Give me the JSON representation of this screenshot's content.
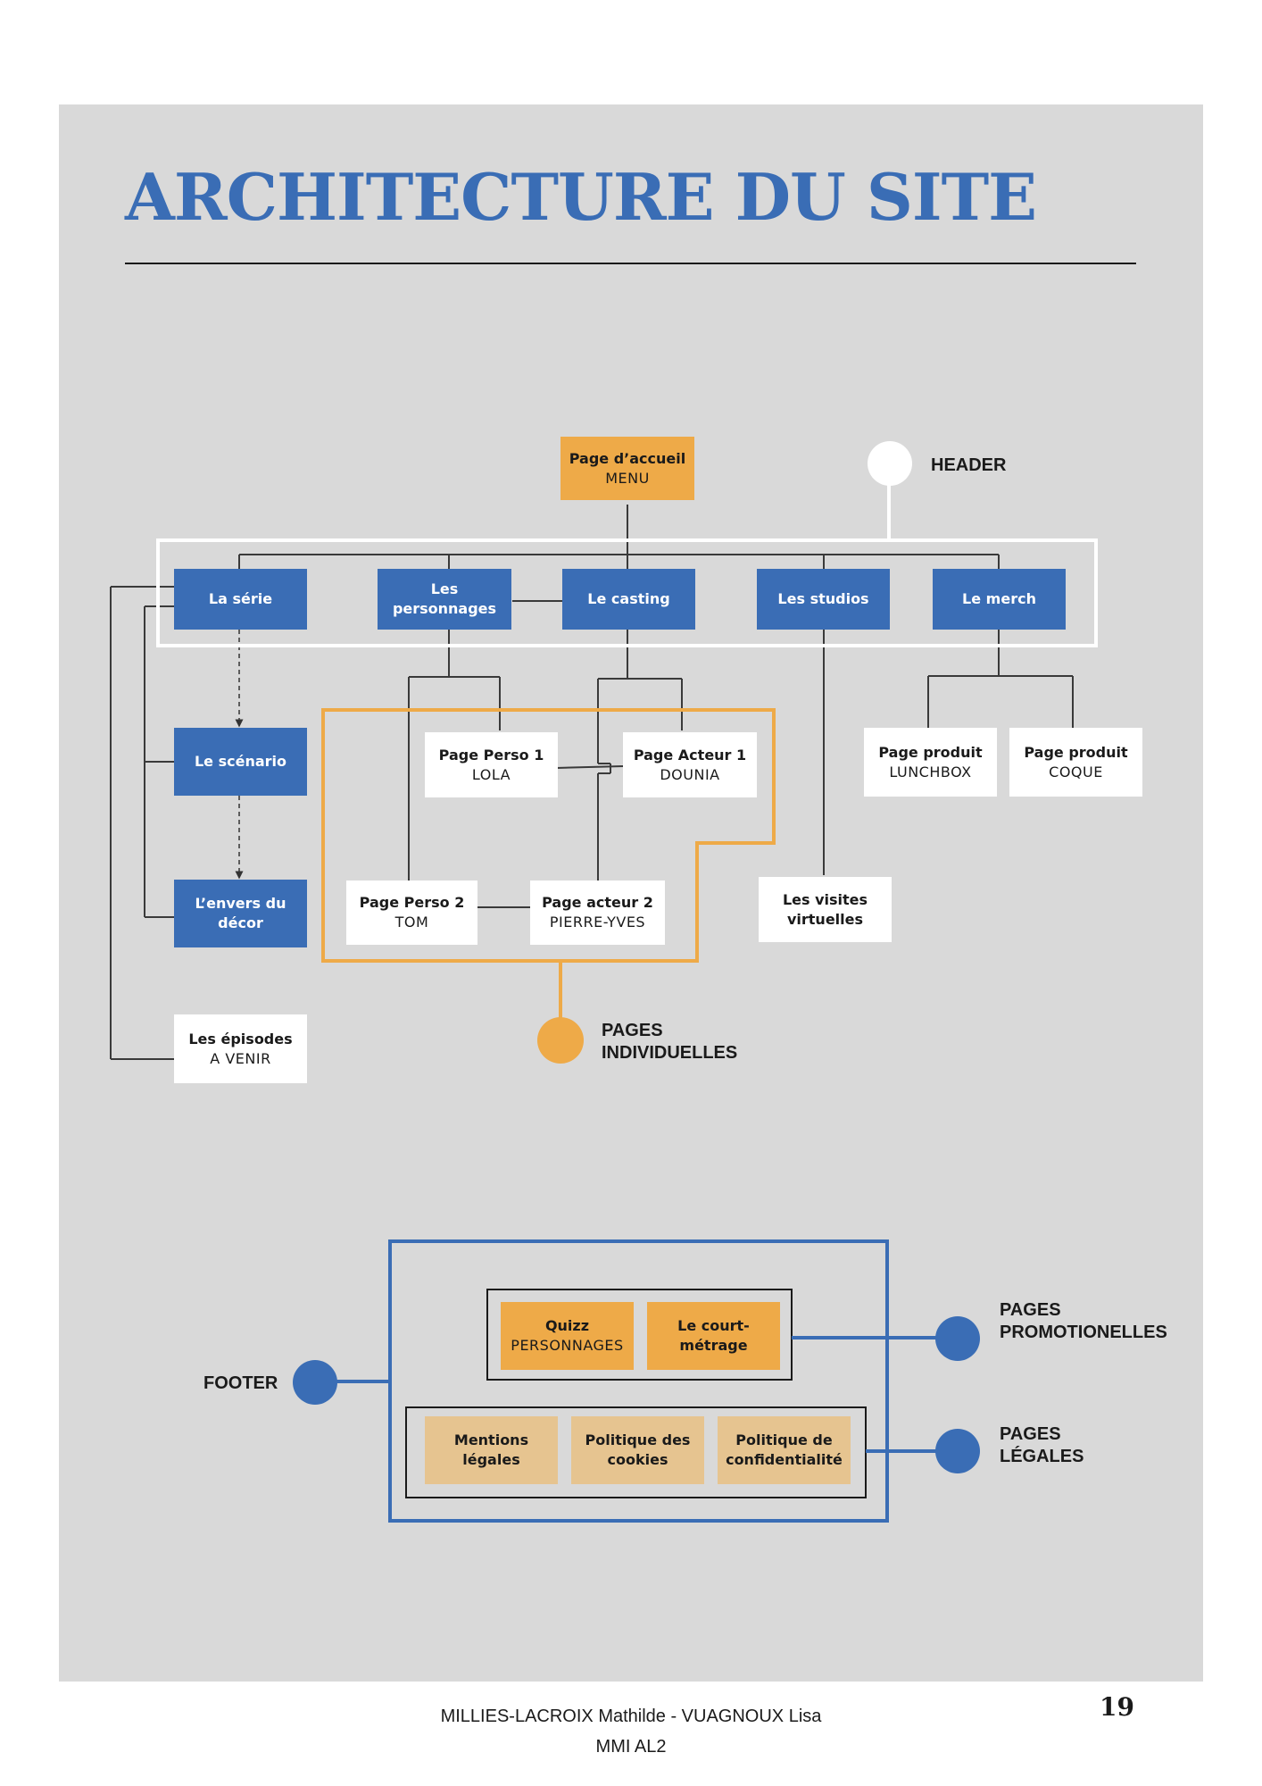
{
  "title": "ARCHITECTURE DU SITE",
  "labels": {
    "header": "HEADER",
    "pages_individuelles_1": "PAGES",
    "pages_individuelles_2": "INDIVIDUELLES",
    "footer": "FOOTER",
    "pages_promo_1": "PAGES",
    "pages_promo_2": "PROMOTIONELLES",
    "pages_legales_1": "PAGES",
    "pages_legales_2": "LÉGALES"
  },
  "nodes": {
    "accueil": {
      "line1": "Page d’accueil",
      "line2": "MENU"
    },
    "serie": {
      "line1": "La série"
    },
    "personnages": {
      "line1": "Les",
      "line2": "personnages"
    },
    "casting": {
      "line1": "Le casting"
    },
    "studios": {
      "line1": "Les studios"
    },
    "merch": {
      "line1": "Le merch"
    },
    "scenario": {
      "line1": "Le scénario"
    },
    "envers": {
      "line1": "L’envers du",
      "line2": "décor"
    },
    "episodes": {
      "line1": "Les épisodes",
      "line2": "A VENIR"
    },
    "perso1": {
      "line1": "Page Perso 1",
      "line2": "LOLA"
    },
    "acteur1": {
      "line1": "Page Acteur 1",
      "line2": "DOUNIA"
    },
    "perso2": {
      "line1": "Page Perso 2",
      "line2": "TOM"
    },
    "acteur2": {
      "line1": "Page acteur 2",
      "line2": "PIERRE-YVES"
    },
    "visites": {
      "line1": "Les visites",
      "line2": "virtuelles"
    },
    "lunchbox": {
      "line1": "Page produit",
      "line2": "LUNCHBOX"
    },
    "coque": {
      "line1": "Page produit",
      "line2": "COQUE"
    },
    "quizz": {
      "line1": "Quizz",
      "line2": "PERSONNAGES"
    },
    "court": {
      "line1": "Le court-",
      "line2": "métrage"
    },
    "mentions": {
      "line1": "Mentions",
      "line2": "légales"
    },
    "cookies": {
      "line1": "Politique des",
      "line2": "cookies"
    },
    "confid": {
      "line1": "Politique de",
      "line2": "confidentialité"
    }
  },
  "footer": {
    "authors": "MILLIES-LACROIX Mathilde - VUAGNOUX Lisa",
    "class": "MMI AL2",
    "page_number": "19"
  },
  "colors": {
    "blue": "#3a6db5",
    "orange": "#eeaa48",
    "tan": "#e6c490",
    "panel": "#d9d9d9"
  }
}
